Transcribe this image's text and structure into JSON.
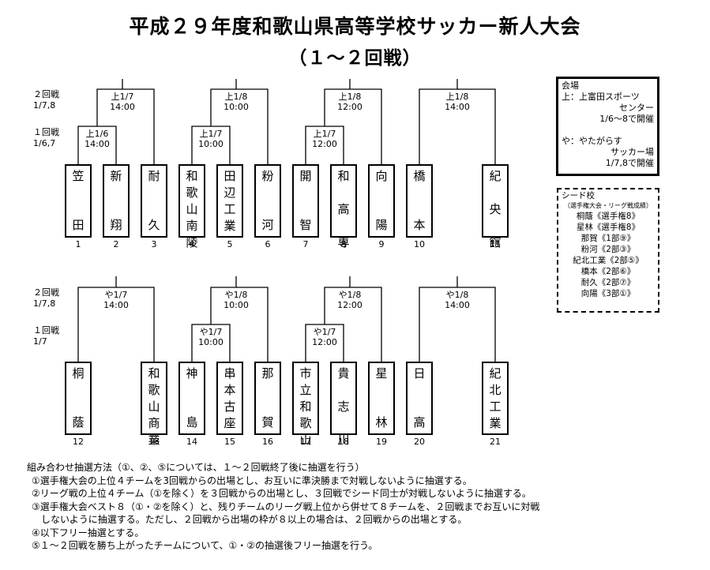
{
  "title": "平成２９年度和歌山県高等学校サッカー新人大会",
  "subtitle": "（１～２回戦）",
  "side_labels": {
    "round2_top": [
      "２回戦",
      "1/7,8"
    ],
    "round1_top": [
      "１回戦",
      "1/6,7"
    ],
    "round2_bottom": [
      "２回戦",
      "1/7,8"
    ],
    "round1_bottom": [
      "１回戦",
      "1/7"
    ]
  },
  "teams": [
    {
      "num": "1",
      "top": "笠",
      "bottom": "田"
    },
    {
      "num": "2",
      "top": "新",
      "bottom": "翔"
    },
    {
      "num": "3",
      "top": "耐",
      "bottom": "久"
    },
    {
      "num": "4",
      "top": "和\n歌\n山\n南\n陵",
      "bottom": ""
    },
    {
      "num": "5",
      "top": "田\n辺\n工\n業",
      "bottom": ""
    },
    {
      "num": "6",
      "top": "粉",
      "bottom": "河"
    },
    {
      "num": "7",
      "top": "開",
      "bottom": "智"
    },
    {
      "num": "8",
      "top": "和\n\n高\n\n専",
      "bottom": ""
    },
    {
      "num": "9",
      "top": "向",
      "bottom": "陽"
    },
    {
      "num": "10",
      "top": "橋",
      "bottom": "本"
    },
    {
      "num": "11",
      "top": "紀\n\n央\n\n館",
      "bottom": ""
    },
    {
      "num": "12",
      "top": "桐",
      "bottom": "蔭"
    },
    {
      "num": "13",
      "top": "和\n歌\n山\n商\n業",
      "bottom": ""
    },
    {
      "num": "14",
      "top": "神",
      "bottom": "島"
    },
    {
      "num": "15",
      "top": "串\n本\n古\n座",
      "bottom": ""
    },
    {
      "num": "16",
      "top": "那",
      "bottom": "賀"
    },
    {
      "num": "17",
      "top": "市\n立\n和\n歌\n山",
      "bottom": ""
    },
    {
      "num": "18",
      "top": "貴\n\n志\n\n川",
      "bottom": ""
    },
    {
      "num": "19",
      "top": "星",
      "bottom": "林"
    },
    {
      "num": "20",
      "top": "日",
      "bottom": "高"
    },
    {
      "num": "21",
      "top": "紀\n北\n工\n業",
      "bottom": ""
    }
  ],
  "matches": [
    {
      "id": "m_top_r1_a",
      "venue_date": "上1/6",
      "time": "14:00"
    },
    {
      "id": "m_top_r2_a",
      "venue_date": "上1/7",
      "time": "14:00"
    },
    {
      "id": "m_top_r1_b",
      "venue_date": "上1/7",
      "time": "10:00"
    },
    {
      "id": "m_top_r2_b",
      "venue_date": "上1/8",
      "time": "10:00"
    },
    {
      "id": "m_top_r1_c",
      "venue_date": "上1/7",
      "time": "12:00"
    },
    {
      "id": "m_top_r2_c",
      "venue_date": "上1/8",
      "time": "12:00"
    },
    {
      "id": "m_top_r2_d",
      "venue_date": "上1/8",
      "time": "14:00"
    },
    {
      "id": "m_bot_r2_a",
      "venue_date": "や1/7",
      "time": "14:00"
    },
    {
      "id": "m_bot_r1_b",
      "venue_date": "や1/7",
      "time": "10:00"
    },
    {
      "id": "m_bot_r2_b",
      "venue_date": "や1/8",
      "time": "10:00"
    },
    {
      "id": "m_bot_r1_c",
      "venue_date": "や1/7",
      "time": "12:00"
    },
    {
      "id": "m_bot_r2_c",
      "venue_date": "や1/8",
      "time": "12:00"
    },
    {
      "id": "m_bot_r2_d",
      "venue_date": "や1/8",
      "time": "14:00"
    }
  ],
  "venue_box": {
    "heading": "会場",
    "lines": [
      "上：上富田スポーツ",
      "センター",
      "1/6～8で開催",
      "",
      "や：やたがらす",
      "サッカー場",
      "1/7,8で開催"
    ]
  },
  "seed_box": {
    "heading": "シード校",
    "sub": "（選手権大会・リーグ戦成績）",
    "items": [
      "桐蔭《選手権8》",
      "星林《選手権8》",
      "那賀《1部⑨》",
      "粉河《2部③》",
      "紀北工業《2部⑤》",
      "橋本《2部⑥》",
      "耐久《2部⑦》",
      "向陽《3部①》"
    ]
  },
  "notes": {
    "heading": "組み合わせ抽選方法（①、②、⑤については、１～２回戦終了後に抽選を行う）",
    "lines": [
      "①選手権大会の上位４チームを3回戦からの出場とし、お互いに準決勝まで対戦しないように抽選する。",
      "②リーグ戦の上位４チーム（①を除く）を３回戦からの出場とし、３回戦でシード同士が対戦しないように抽選する。",
      "③選手権大会ベスト８（①・②を除く）と、残りチームのリーグ戦上位から併せて８チームを、２回戦までお互いに対戦",
      "　しないように抽選する。ただし、２回戦から出場の枠が８以上の場合は、２回戦からの出場とする。",
      "④以下フリー抽選とする。",
      "⑤１～２回戦を勝ち上がったチームについて、①・②の抽選後フリー抽選を行う。"
    ]
  }
}
